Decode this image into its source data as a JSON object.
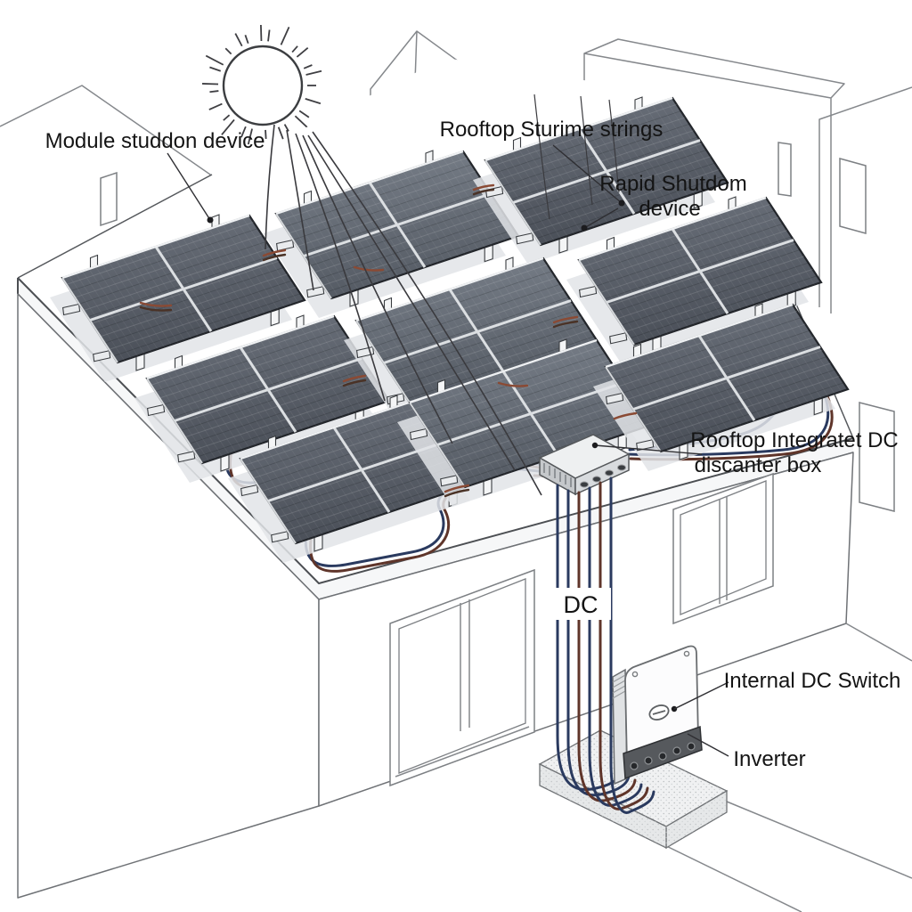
{
  "title": "Rooftop solar rapid-shutdown system diagram",
  "labels": {
    "module_shutdown": "Module studdon device",
    "rooftop_strings": "Rooftop Sturime strings",
    "rapid_shutdown_line1": "Rapid Shutdom",
    "rapid_shutdown_line2": "device",
    "dc_box_line1": "Rooftop Integratet DC",
    "dc_box_line2": "discanter box",
    "dc": "DC",
    "internal_dc_switch": "Internal DC Switch",
    "inverter": "Inverter"
  },
  "icons": {
    "sun": "sun-icon"
  },
  "colors": {
    "wire_negative": "#2a3a5f",
    "wire_positive": "#5f352a",
    "wire_jumper": "#8a4a34",
    "panel_dark": "#4b5059",
    "panel_light": "#6b717b",
    "shadow": "#e2e4e7",
    "concrete": "#f0f1f2",
    "label_text": "#141414"
  }
}
